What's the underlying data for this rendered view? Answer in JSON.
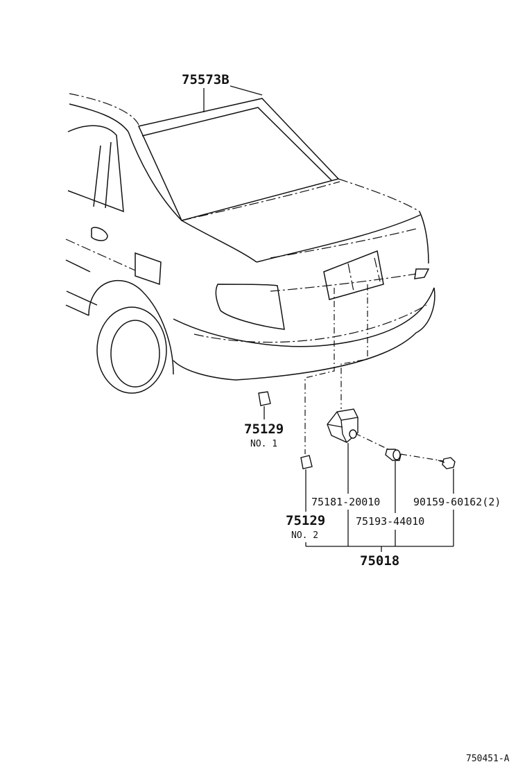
{
  "diagram": {
    "parts": {
      "weatherstrip": "75573B",
      "plug_no1_number": "75129",
      "plug_no1_suffix": "NO. 1",
      "plug_no2_number": "75129",
      "plug_no2_suffix": "NO. 2",
      "lamp_housing": "75181-20010",
      "lamp_socket": "75193-44010",
      "screw": "90159-60162(2)",
      "assembly": "75018"
    },
    "figure_code": "750451-A"
  }
}
